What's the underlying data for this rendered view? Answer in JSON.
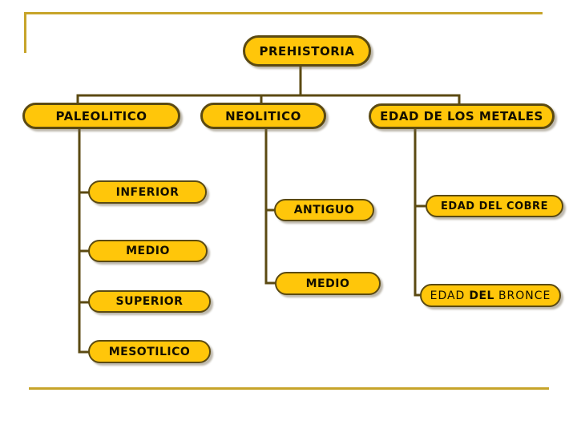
{
  "diagram": {
    "root": {
      "label": "PREHISTORIA"
    },
    "branches": [
      {
        "label": "PALEOLITICO",
        "children": [
          {
            "label": "INFERIOR"
          },
          {
            "label": "MEDIO"
          },
          {
            "label": "SUPERIOR"
          },
          {
            "label": "MESOTILICO"
          }
        ]
      },
      {
        "label": "NEOLITICO",
        "children": [
          {
            "label": "ANTIGUO"
          },
          {
            "label": "MEDIO"
          }
        ]
      },
      {
        "label": "EDAD DE LOS METALES",
        "children": [
          {
            "label": "EDAD DEL COBRE"
          },
          {
            "label_parts": {
              "pre": "EDAD",
              "bold": "DEL",
              "post": "BRONCE"
            }
          }
        ]
      }
    ]
  },
  "colors": {
    "box-fill": "#FFC60A",
    "box-border": "#5B4A12",
    "connector": "#5B4A12",
    "accent-line": "#C7A42A",
    "text": "#140F00",
    "shadow": "rgba(110,100,75,0.45)"
  }
}
